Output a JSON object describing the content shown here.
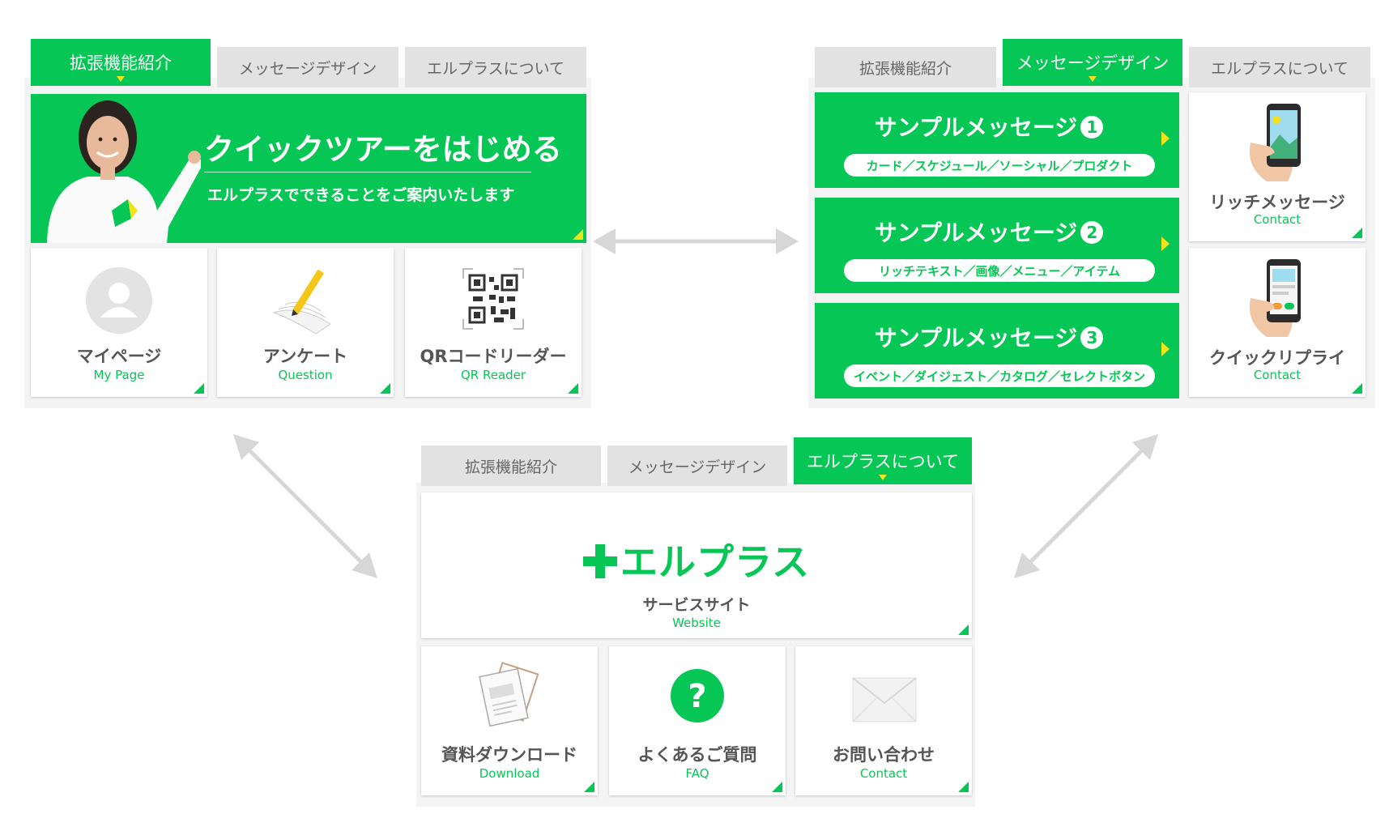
{
  "tabs": {
    "features": "拡張機能紹介",
    "design": "メッセージデザイン",
    "about": "エルプラスについて"
  },
  "tour": {
    "title": "クイックツアーをはじめる",
    "subtitle": "エルプラスでできることをご案内いたします"
  },
  "features_tiles": [
    {
      "label": "マイページ",
      "sub": "My Page"
    },
    {
      "label": "アンケート",
      "sub": "Question"
    },
    {
      "label": "QRコードリーダー",
      "sub": "QR Reader"
    }
  ],
  "samples": [
    {
      "title": "サンプルメッセージ",
      "num": "1",
      "tags": "カード／スケジュール／ソーシャル／プロダクト"
    },
    {
      "title": "サンプルメッセージ",
      "num": "2",
      "tags": "リッチテキスト／画像／メニュー／アイテム"
    },
    {
      "title": "サンプルメッセージ",
      "num": "3",
      "tags": "イベント／ダイジェスト／カタログ／セレクトボタン"
    }
  ],
  "design_side": [
    {
      "label": "リッチメッセージ",
      "sub": "Contact"
    },
    {
      "label": "クイックリプライ",
      "sub": "Contact"
    }
  ],
  "about": {
    "logo": "エルプラス",
    "site_label": "サービスサイト",
    "site_sub": "Website"
  },
  "about_tiles": [
    {
      "label": "資料ダウンロード",
      "sub": "Download"
    },
    {
      "label": "よくあるご質問",
      "sub": "FAQ"
    },
    {
      "label": "お問い合わせ",
      "sub": "Contact"
    }
  ],
  "colors": {
    "accent": "#06c755",
    "marker": "#f2e21a",
    "tab_inactive": "#e2e2e2"
  }
}
